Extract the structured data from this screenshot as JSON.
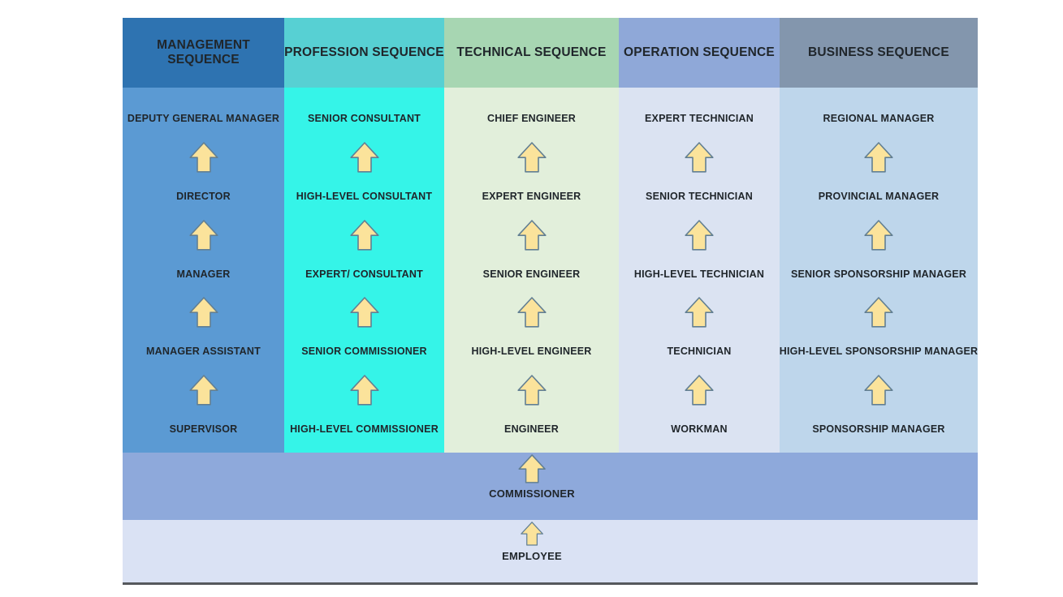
{
  "css_vars": {
    "arrow-fill": "#fbe39b",
    "arrow-stroke": "#627f93",
    "text-color": "#20262b"
  },
  "diagram": {
    "sequences": [
      {
        "header": "MANAGEMENT SEQUENCE",
        "header_color": "#2e73b1",
        "body_color": "#5b9ad3",
        "levels": [
          "DEPUTY GENERAL MANAGER",
          "DIRECTOR",
          "MANAGER",
          "MANAGER ASSISTANT",
          "SUPERVISOR"
        ]
      },
      {
        "header": "PROFESSION SEQUENCE",
        "header_color": "#57d0d3",
        "body_color": "#35f4e8",
        "levels": [
          "SENIOR CONSULTANT",
          "HIGH-LEVEL CONSULTANT",
          "EXPERT/ CONSULTANT",
          "SENIOR COMMISSIONER",
          "HIGH-LEVEL COMMISSIONER"
        ]
      },
      {
        "header": "TECHNICAL SEQUENCE",
        "header_color": "#a7d6b2",
        "body_color": "#e2efdb",
        "levels": [
          "CHIEF ENGINEER",
          "EXPERT ENGINEER",
          "SENIOR ENGINEER",
          "HIGH-LEVEL ENGINEER",
          "ENGINEER"
        ]
      },
      {
        "header": "OPERATION SEQUENCE",
        "header_color": "#8fa8d8",
        "body_color": "#dbe3f2",
        "levels": [
          "EXPERT TECHNICIAN",
          "SENIOR TECHNICIAN",
          "HIGH-LEVEL TECHNICIAN",
          "TECHNICIAN",
          "WORKMAN"
        ]
      },
      {
        "header": "BUSINESS SEQUENCE",
        "header_color": "#8396ad",
        "body_color": "#bed6eb",
        "levels": [
          "REGIONAL MANAGER",
          "PROVINCIAL MANAGER",
          "SENIOR SPONSORSHIP MANAGER",
          "HIGH-LEVEL SPONSORSHIP MANAGER",
          "SPONSORSHIP MANAGER"
        ]
      }
    ],
    "base_levels": [
      {
        "label": "COMMISSIONER",
        "band_color": "#8ea9db"
      },
      {
        "label": "EMPLOYEE",
        "band_color": "#dae2f4"
      }
    ],
    "arrow_icon": "up-block-arrow"
  }
}
